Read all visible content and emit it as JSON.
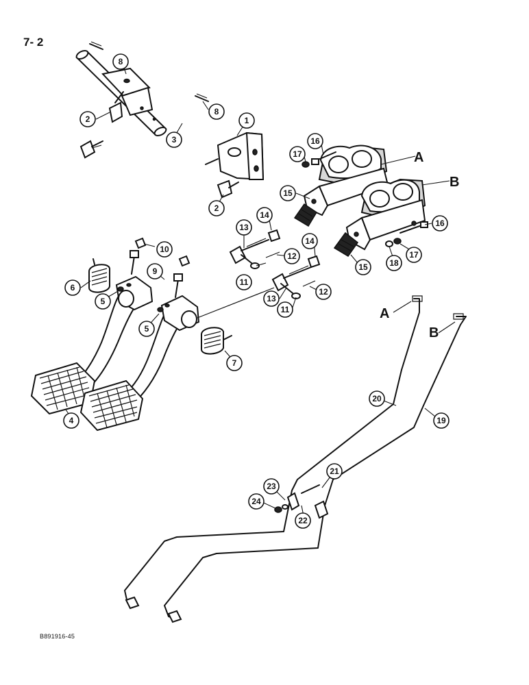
{
  "page": {
    "page_number": "7- 2",
    "figure_code": "B891916-45"
  },
  "callouts": [
    {
      "id": "c1",
      "label": "1"
    },
    {
      "id": "c2a",
      "label": "2"
    },
    {
      "id": "c2b",
      "label": "2"
    },
    {
      "id": "c3",
      "label": "3"
    },
    {
      "id": "c4",
      "label": "4"
    },
    {
      "id": "c5a",
      "label": "5"
    },
    {
      "id": "c5b",
      "label": "5"
    },
    {
      "id": "c6",
      "label": "6"
    },
    {
      "id": "c7",
      "label": "7"
    },
    {
      "id": "c8a",
      "label": "8"
    },
    {
      "id": "c8b",
      "label": "8"
    },
    {
      "id": "c9",
      "label": "9"
    },
    {
      "id": "c10",
      "label": "10"
    },
    {
      "id": "c11a",
      "label": "11"
    },
    {
      "id": "c11b",
      "label": "11"
    },
    {
      "id": "c12a",
      "label": "12"
    },
    {
      "id": "c12b",
      "label": "12"
    },
    {
      "id": "c13a",
      "label": "13"
    },
    {
      "id": "c13b",
      "label": "13"
    },
    {
      "id": "c14a",
      "label": "14"
    },
    {
      "id": "c14b",
      "label": "14"
    },
    {
      "id": "c15a",
      "label": "15"
    },
    {
      "id": "c15b",
      "label": "15"
    },
    {
      "id": "c16a",
      "label": "16"
    },
    {
      "id": "c16b",
      "label": "16"
    },
    {
      "id": "c17a",
      "label": "17"
    },
    {
      "id": "c17b",
      "label": "17"
    },
    {
      "id": "c18",
      "label": "18"
    },
    {
      "id": "c19",
      "label": "19"
    },
    {
      "id": "c20",
      "label": "20"
    },
    {
      "id": "c21",
      "label": "21"
    },
    {
      "id": "c22",
      "label": "22"
    },
    {
      "id": "c23",
      "label": "23"
    },
    {
      "id": "c24",
      "label": "24"
    }
  ],
  "letters": [
    {
      "id": "la1",
      "label": "A"
    },
    {
      "id": "lb1",
      "label": "B"
    },
    {
      "id": "la2",
      "label": "A"
    },
    {
      "id": "lb2",
      "label": "B"
    }
  ]
}
